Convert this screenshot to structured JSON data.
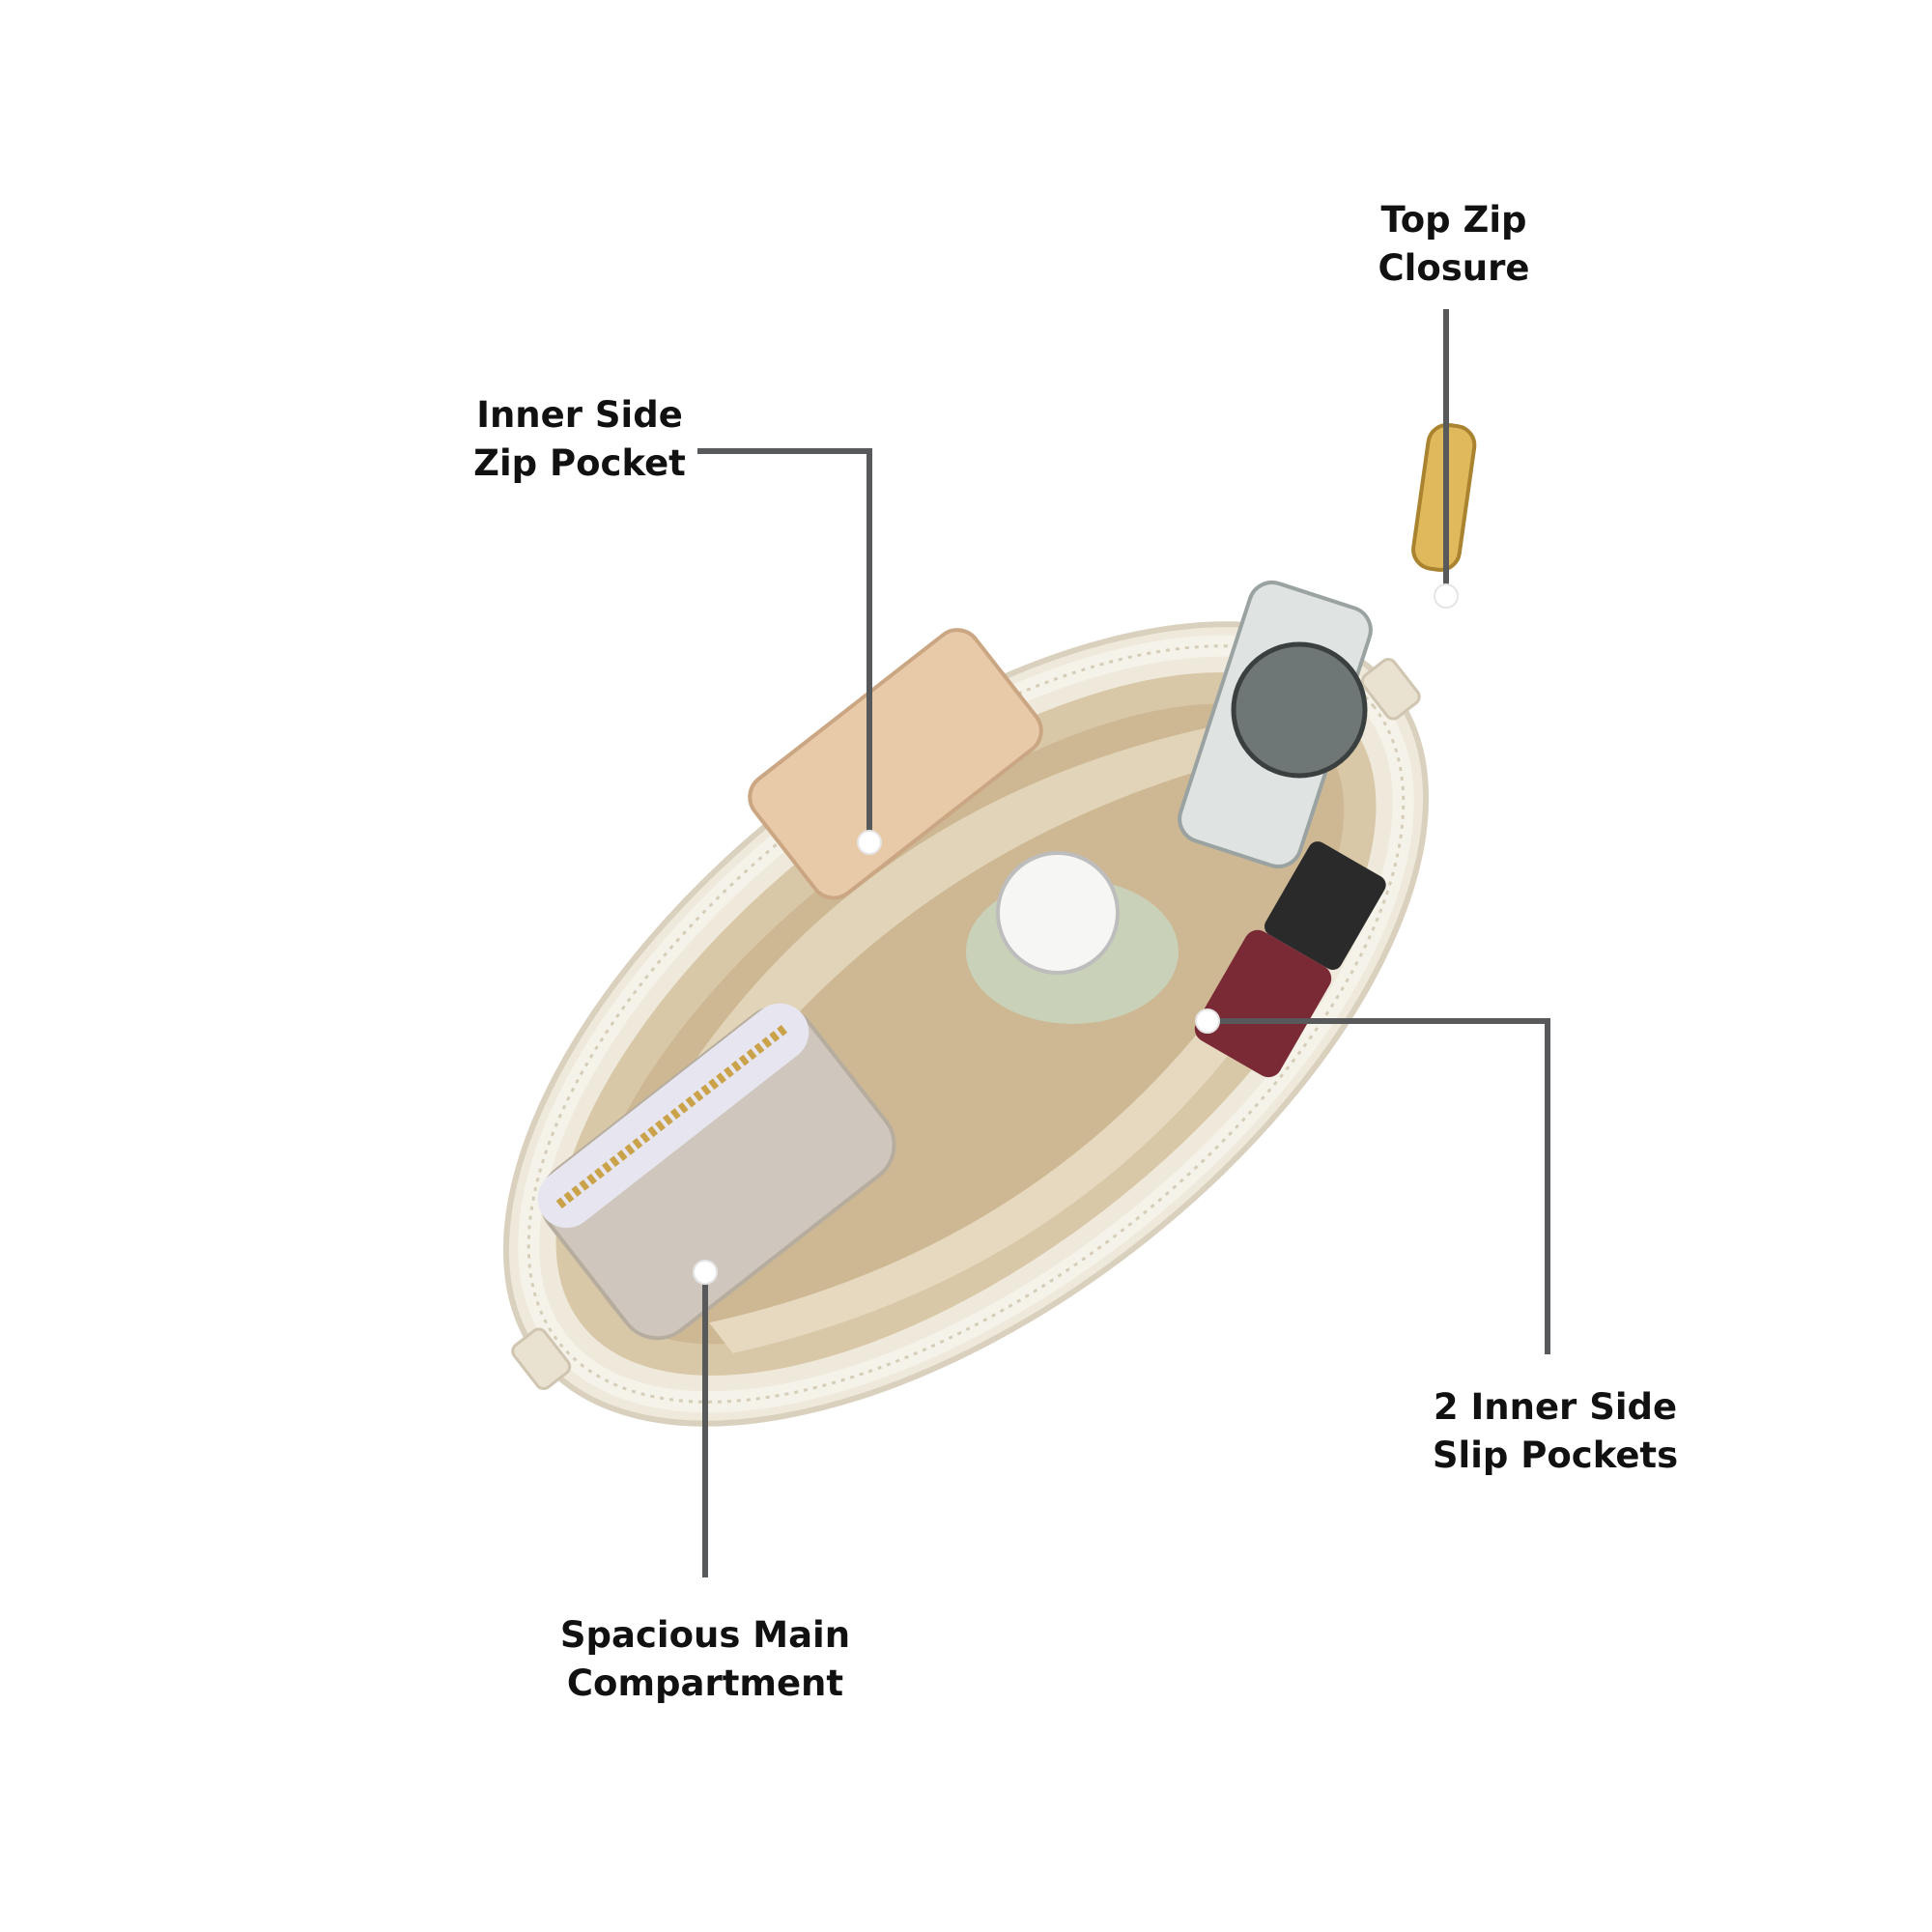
{
  "callouts": {
    "top_zip": {
      "line1": "Top Zip",
      "line2": "Closure"
    },
    "inner_zip_pocket": {
      "line1": "Inner Side",
      "line2": "Zip Pocket"
    },
    "slip_pockets": {
      "line1": "2 Inner Side",
      "line2": "Slip Pockets"
    },
    "main_compartment": {
      "line1": "Spacious Main",
      "line2": "Compartment"
    }
  },
  "colors": {
    "leader_line": "#58595b",
    "marker_dot": "#ffffff",
    "bag_exterior": "#efe9dc",
    "bag_lining": "#d8c6a6",
    "zipper": "#c9a24a"
  }
}
